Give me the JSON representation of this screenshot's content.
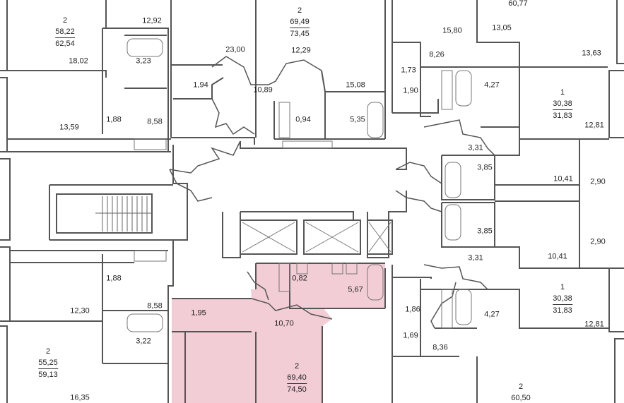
{
  "colors": {
    "highlight": "#f2cdd6",
    "wall": "#555555",
    "line": "#8a8a8a"
  },
  "apartments": [
    {
      "rooms": "2",
      "living": "58,22",
      "total": "62,54"
    },
    {
      "rooms": "2",
      "living": "69,49",
      "total": "73,45"
    },
    {
      "total_top": "60,77"
    },
    {
      "rooms": "1",
      "living": "30,38",
      "total": "31,83"
    },
    {
      "rooms": "1",
      "living": "30,38",
      "total": "31,83"
    },
    {
      "rooms": "2",
      "living": "55,25",
      "total": "59,13"
    },
    {
      "rooms": "2",
      "living": "69,40",
      "total": "74,50"
    },
    {
      "rooms": "2",
      "total": "60,50"
    }
  ],
  "rooms": [
    "12,92",
    "18,02",
    "3,23",
    "23,00",
    "12,29",
    "15,80",
    "13,05",
    "13,63",
    "8,26",
    "1,73",
    "1,90",
    "4,27",
    "15,08",
    "1,94",
    "10,89",
    "13,59",
    "1,88",
    "8,58",
    "0,94",
    "5,35",
    "12,81",
    "3,31",
    "3,85",
    "10,41",
    "2,90",
    "3,85",
    "2,90",
    "3,31",
    "10,41",
    "1,88",
    "0,82",
    "5,67",
    "12,30",
    "8,58",
    "1,95",
    "10,70",
    "1,86",
    "4,27",
    "12,81",
    "3,22",
    "1,69",
    "8,36",
    "16,35"
  ]
}
